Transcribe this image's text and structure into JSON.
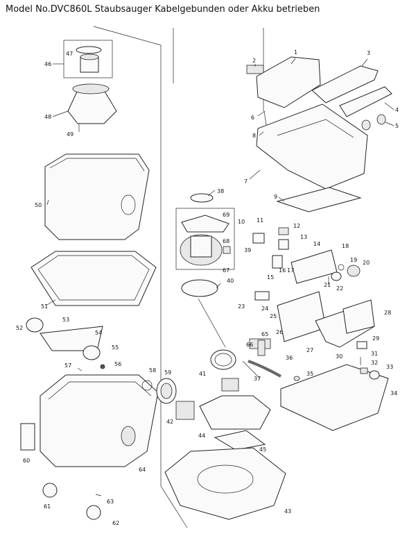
{
  "title": "Model No.DVC860L Staubsauger Kabelgebunden oder Akku betrieben",
  "callouts": [
    {
      "n": "1"
    },
    {
      "n": "2"
    },
    {
      "n": "3"
    },
    {
      "n": "4"
    },
    {
      "n": "5"
    },
    {
      "n": "6"
    },
    {
      "n": "7"
    },
    {
      "n": "8"
    },
    {
      "n": "9"
    },
    {
      "n": "10"
    },
    {
      "n": "11"
    },
    {
      "n": "12"
    },
    {
      "n": "13"
    },
    {
      "n": "14"
    },
    {
      "n": "15"
    },
    {
      "n": "16"
    },
    {
      "n": "17"
    },
    {
      "n": "18"
    },
    {
      "n": "19"
    },
    {
      "n": "20"
    },
    {
      "n": "21"
    },
    {
      "n": "22"
    },
    {
      "n": "23"
    },
    {
      "n": "24"
    },
    {
      "n": "25"
    },
    {
      "n": "26"
    },
    {
      "n": "27"
    },
    {
      "n": "28"
    },
    {
      "n": "29"
    },
    {
      "n": "30"
    },
    {
      "n": "31"
    },
    {
      "n": "32"
    },
    {
      "n": "33"
    },
    {
      "n": "34"
    },
    {
      "n": "35"
    },
    {
      "n": "36"
    },
    {
      "n": "37"
    },
    {
      "n": "38"
    },
    {
      "n": "39"
    },
    {
      "n": "40"
    },
    {
      "n": "41"
    },
    {
      "n": "42"
    },
    {
      "n": "43"
    },
    {
      "n": "44"
    },
    {
      "n": "45"
    },
    {
      "n": "46"
    },
    {
      "n": "47"
    },
    {
      "n": "48"
    },
    {
      "n": "49"
    },
    {
      "n": "50"
    },
    {
      "n": "51"
    },
    {
      "n": "52"
    },
    {
      "n": "53"
    },
    {
      "n": "54"
    },
    {
      "n": "55"
    },
    {
      "n": "56"
    },
    {
      "n": "57"
    },
    {
      "n": "58"
    },
    {
      "n": "59"
    },
    {
      "n": "60"
    },
    {
      "n": "61"
    },
    {
      "n": "62"
    },
    {
      "n": "63"
    },
    {
      "n": "64"
    },
    {
      "n": "65"
    },
    {
      "n": "66"
    },
    {
      "n": "67"
    },
    {
      "n": "68"
    },
    {
      "n": "69"
    }
  ]
}
